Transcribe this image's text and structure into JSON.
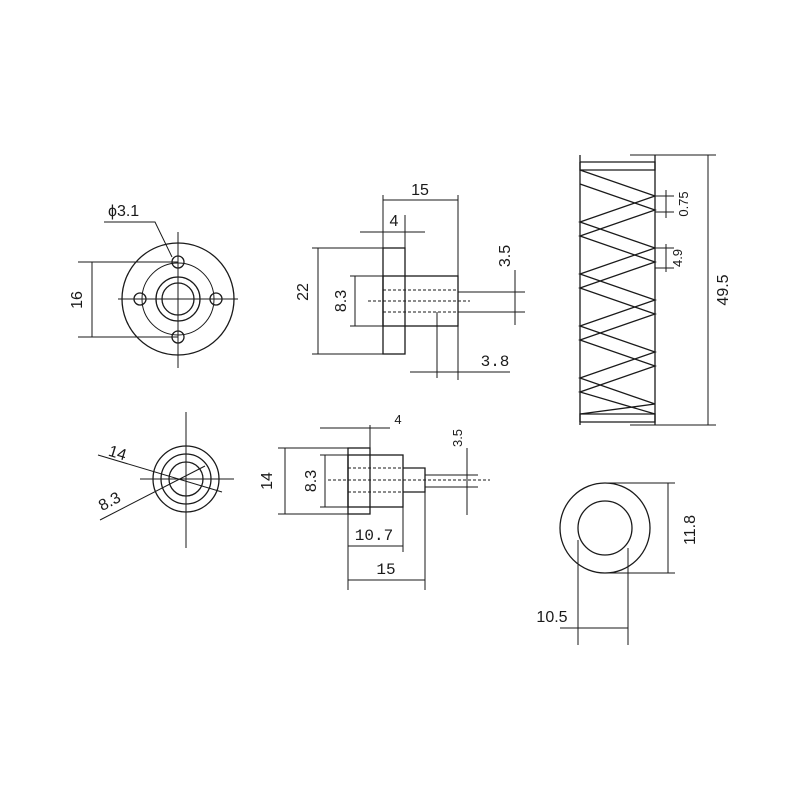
{
  "labels": {
    "hole_dia": "ϕ3.1",
    "flange_dia": "16",
    "side_length": "15",
    "side_flange_thk": "4",
    "side_height": "22",
    "side_bore": "8.3",
    "side_thread": "3.5",
    "side_step": "3.8",
    "front_outer": "14",
    "front_bore": "8.3",
    "lower_flange_thk": "4",
    "lower_thread": "3.5",
    "lower_height": "14",
    "lower_bore": "8.3",
    "lower_body": "10.7",
    "lower_length": "15",
    "spring_pitch": "0.75",
    "spring_wire": "4.9",
    "spring_length": "49.5",
    "spring_end_height": "11.8",
    "spring_end_width": "10.5"
  }
}
